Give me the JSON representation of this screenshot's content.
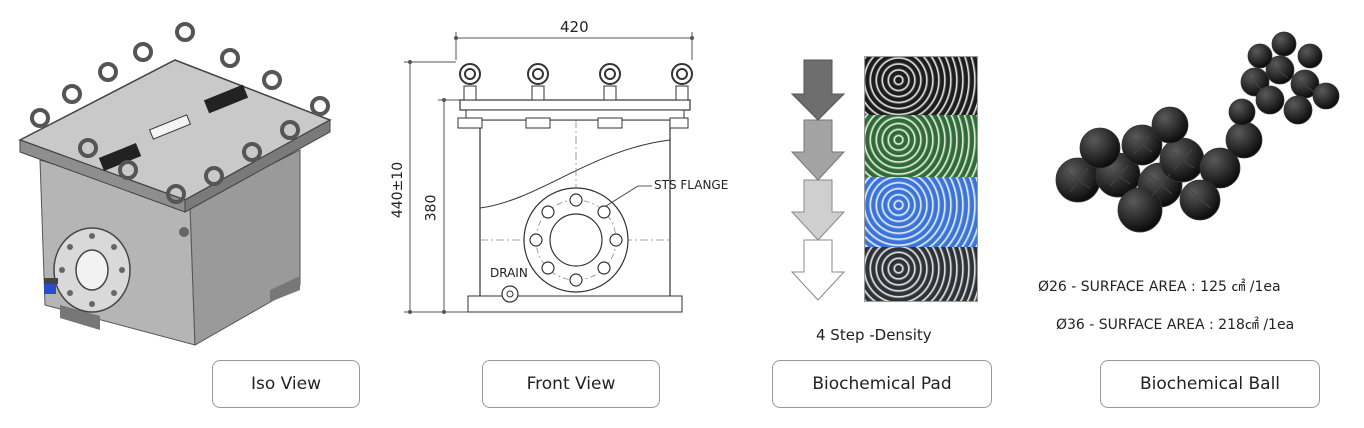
{
  "panels": {
    "iso": {
      "label": "Iso View"
    },
    "front": {
      "label": "Front View",
      "dim_width": "420",
      "dim_height_total": "440±10",
      "dim_height_body": "380",
      "callout_flange": "STS FLANGE",
      "callout_drain": "DRAIN"
    },
    "pad": {
      "label": "Biochemical Pad",
      "caption": "4 Step -Density"
    },
    "ball": {
      "label": "Biochemical Ball",
      "spec_26": "Ø26 - SURFACE AREA : 125 ㎠ /1ea",
      "spec_36": "Ø36 - SURFACE AREA : 218㎠ /1ea"
    }
  },
  "colors": {
    "pad_layers": [
      "#1c1c1c",
      "#2f6b34",
      "#3b74d8",
      "#2e3236"
    ],
    "arrow_shades": [
      "#6e6e6e",
      "#a3a3a3",
      "#cfcfcf",
      "#ffffff"
    ]
  }
}
